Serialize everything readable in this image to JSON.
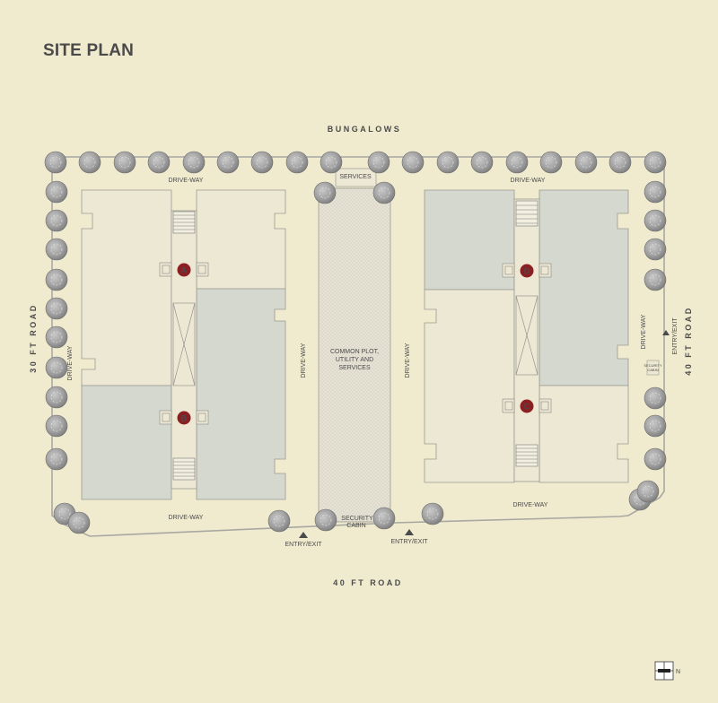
{
  "title": "SITE PLAN",
  "roads": {
    "top": "BUNGALOWS",
    "left": "30 FT ROAD",
    "right": "40 FT ROAD",
    "bottom": "40 FT ROAD"
  },
  "labels": {
    "driveway": "DRIVE-WAY",
    "services": "SERVICES",
    "common_line1": "COMMON PLOT,",
    "common_line2": "UTILITY AND",
    "common_line3": "SERVICES",
    "security_line1": "SECURITY",
    "security_line2": "CABIN",
    "entry_exit": "ENTRY/EXIT",
    "security_cabin_small1": "SECURITY",
    "security_cabin_small2": "CABIN"
  },
  "blocks": {
    "a": "A",
    "b": "B",
    "c": "C",
    "d": "D"
  },
  "compass": {
    "north": "N"
  },
  "colors": {
    "background": "#f0ebcf",
    "building_light": "#ece8d4",
    "building_gray": "#d4d8ce",
    "marker": "#8c1f22",
    "tree": "#9c9c9c",
    "common_plot": "#e6e3d6"
  }
}
